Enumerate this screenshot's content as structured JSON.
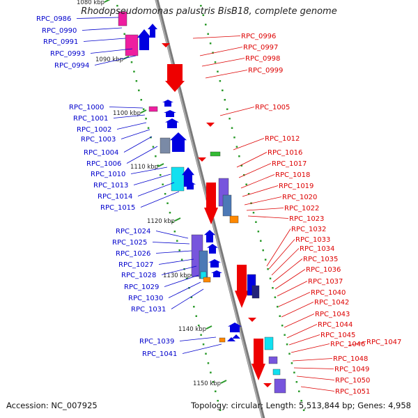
{
  "title": "Rhodopseudomonas palustris BisB18, complete genome",
  "accession": "Accession: NC_007925",
  "topology": "Topology: circular; Length: 5,513,844 bp; Genes: 4,958",
  "colors": {
    "forward_label": "#0000cc",
    "reverse_label": "#dd0000",
    "backbone": "#8c8c8c",
    "tick": "#2a9a2a",
    "gene_blue": "#0000e0",
    "gene_red": "#ee0000",
    "gene_magenta": "#ee1ea0",
    "gene_cyan": "#11e0f0",
    "gene_purple": "#7755dd",
    "gene_green": "#33bb33",
    "gene_orange": "#ff8800"
  },
  "kbp_marks": [
    {
      "label": "1080 kbp"
    },
    {
      "label": "1090 kbp"
    },
    {
      "label": "1100 kbp"
    },
    {
      "label": "1110 kbp"
    },
    {
      "label": "1120 kbp"
    },
    {
      "label": "1130 kbp"
    },
    {
      "label": "1140 kbp"
    },
    {
      "label": "1150 kbp"
    }
  ],
  "forward_genes": [
    {
      "label": "RPC_0986"
    },
    {
      "label": "RPC_0990"
    },
    {
      "label": "RPC_0991"
    },
    {
      "label": "RPC_0993"
    },
    {
      "label": "RPC_0994"
    },
    {
      "label": "RPC_1000"
    },
    {
      "label": "RPC_1001"
    },
    {
      "label": "RPC_1002"
    },
    {
      "label": "RPC_1003"
    },
    {
      "label": "RPC_1004"
    },
    {
      "label": "RPC_1006"
    },
    {
      "label": "RPC_1010"
    },
    {
      "label": "RPC_1013"
    },
    {
      "label": "RPC_1014"
    },
    {
      "label": "RPC_1015"
    },
    {
      "label": "RPC_1024"
    },
    {
      "label": "RPC_1025"
    },
    {
      "label": "RPC_1026"
    },
    {
      "label": "RPC_1027"
    },
    {
      "label": "RPC_1028"
    },
    {
      "label": "RPC_1029"
    },
    {
      "label": "RPC_1030"
    },
    {
      "label": "RPC_1031"
    },
    {
      "label": "RPC_1039"
    },
    {
      "label": "RPC_1041"
    }
  ],
  "reverse_genes": [
    {
      "label": "RPC_0996"
    },
    {
      "label": "RPC_0997"
    },
    {
      "label": "RPC_0998"
    },
    {
      "label": "RPC_0999"
    },
    {
      "label": "RPC_1005"
    },
    {
      "label": "RPC_1012"
    },
    {
      "label": "RPC_1016"
    },
    {
      "label": "RPC_1017"
    },
    {
      "label": "RPC_1018"
    },
    {
      "label": "RPC_1019"
    },
    {
      "label": "RPC_1020"
    },
    {
      "label": "RPC_1022"
    },
    {
      "label": "RPC_1023"
    },
    {
      "label": "RPC_1032"
    },
    {
      "label": "RPC_1033"
    },
    {
      "label": "RPC_1034"
    },
    {
      "label": "RPC_1035"
    },
    {
      "label": "RPC_1036"
    },
    {
      "label": "RPC_1037"
    },
    {
      "label": "RPC_1040"
    },
    {
      "label": "RPC_1042"
    },
    {
      "label": "RPC_1043"
    },
    {
      "label": "RPC_1044"
    },
    {
      "label": "RPC_1045"
    },
    {
      "label": "RPC_1046"
    },
    {
      "label": "RPC_1047"
    },
    {
      "label": "RPC_1048"
    },
    {
      "label": "RPC_1049"
    },
    {
      "label": "RPC_1050"
    },
    {
      "label": "RPC_1051"
    }
  ]
}
